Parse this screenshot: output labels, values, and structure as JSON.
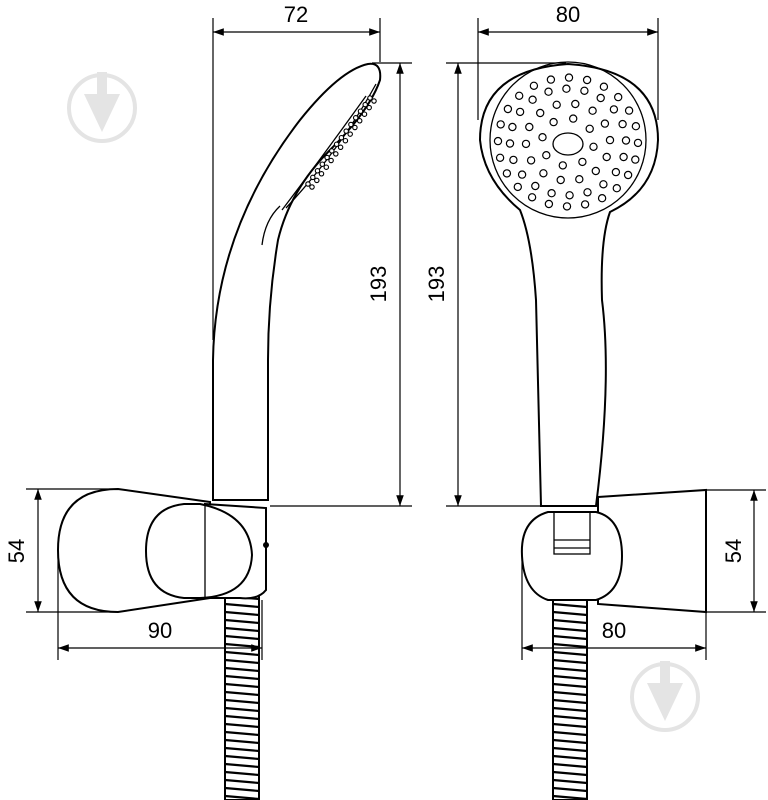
{
  "dimensions": {
    "side_width": "72",
    "front_width": "80",
    "side_height": "193",
    "front_height": "193",
    "holder_height_left": "54",
    "holder_depth": "90",
    "holder_width_right": "80",
    "holder_height_right": "54"
  },
  "icons": {
    "watermark": "download-arrow-icon"
  },
  "colors": {
    "line": "#000000",
    "watermark": "#e4e4e4",
    "background": "#ffffff"
  }
}
